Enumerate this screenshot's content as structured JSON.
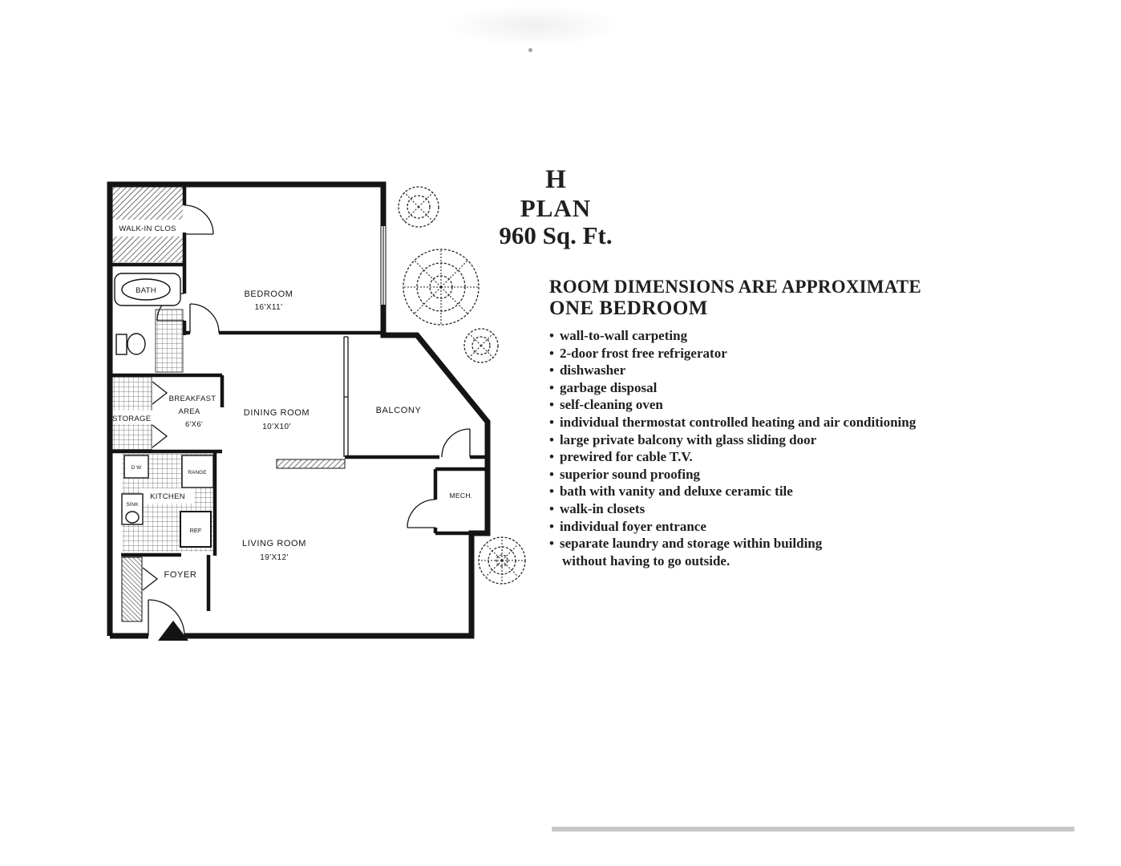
{
  "title": {
    "letter": "H",
    "line2": "PLAN",
    "line3": "960 Sq. Ft."
  },
  "header": {
    "note": "ROOM DIMENSIONS ARE APPROXIMATE",
    "unit_type": "ONE BEDROOM"
  },
  "list_bullet": "•",
  "features": [
    "wall-to-wall carpeting",
    "2-door frost free refrigerator",
    "dishwasher",
    "garbage disposal",
    "self-cleaning oven",
    "individual thermostat controlled heating and air conditioning",
    "large private balcony with glass sliding door",
    "prewired for cable T.V.",
    "superior sound proofing",
    "bath with vanity and deluxe ceramic tile",
    "walk-in closets",
    "individual foyer entrance",
    "separate laundry and storage within building\nwithout having to go outside."
  ],
  "plan": {
    "rooms": {
      "walk_in_closet": "WALK-IN CLOS",
      "bath": "BATH",
      "bedroom_name": "BEDROOM",
      "bedroom_dims": "16'X11'",
      "storage": "STORAGE",
      "breakfast_line1": "BREAKFAST",
      "breakfast_line2": "AREA",
      "breakfast_line3": "6'X6'",
      "dining_name": "DINING ROOM",
      "dining_dims": "10'X10'",
      "balcony": "BALCONY",
      "kitchen": "KITCHEN",
      "mech": "MECH.",
      "living_name": "LIVING ROOM",
      "living_dims": "19'X12'",
      "foyer": "FOYER"
    },
    "appliances": {
      "dw": "D W",
      "range": "RANGE",
      "sink": "SINK",
      "ref": "REF"
    }
  }
}
